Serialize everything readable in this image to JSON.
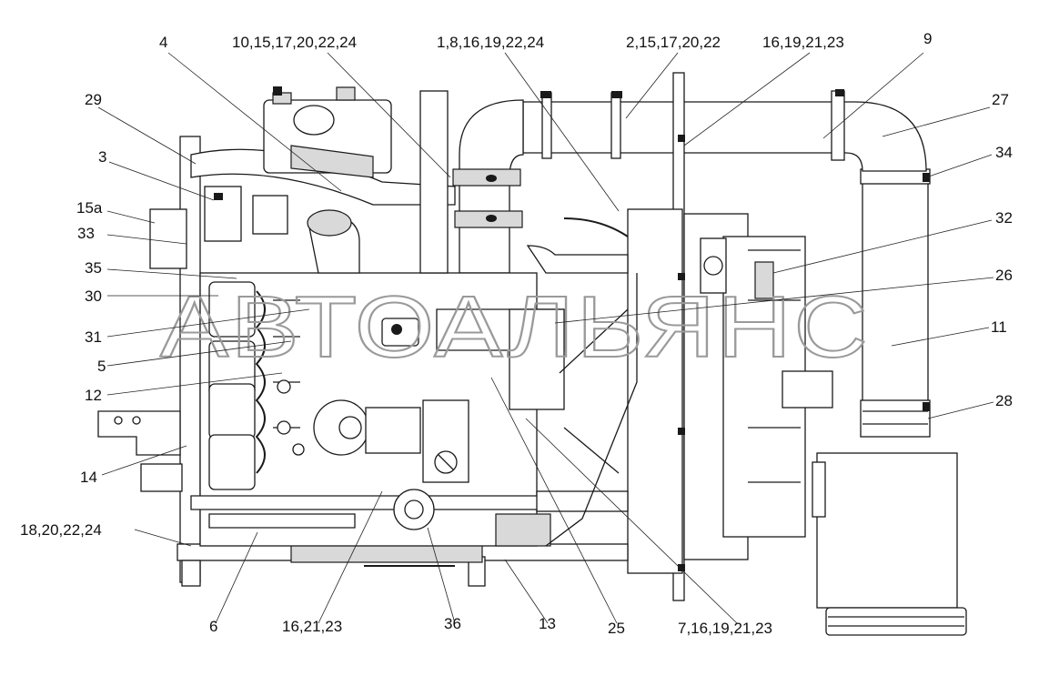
{
  "watermark": "АВТОАЛЬЯНС",
  "callouts": [
    "4",
    "10,15,17,20,22,24",
    "1,8,16,19,22,24",
    "2,15,17,20,22",
    "16,19,21,23",
    "9",
    "29",
    "27",
    "3",
    "34",
    "15a",
    "33",
    "32",
    "35",
    "26",
    "30",
    "11",
    "31",
    "5",
    "12",
    "28",
    "14",
    "18,20,22,24",
    "6",
    "16,21,23",
    "36",
    "13",
    "25",
    "7,16,19,21,23"
  ]
}
